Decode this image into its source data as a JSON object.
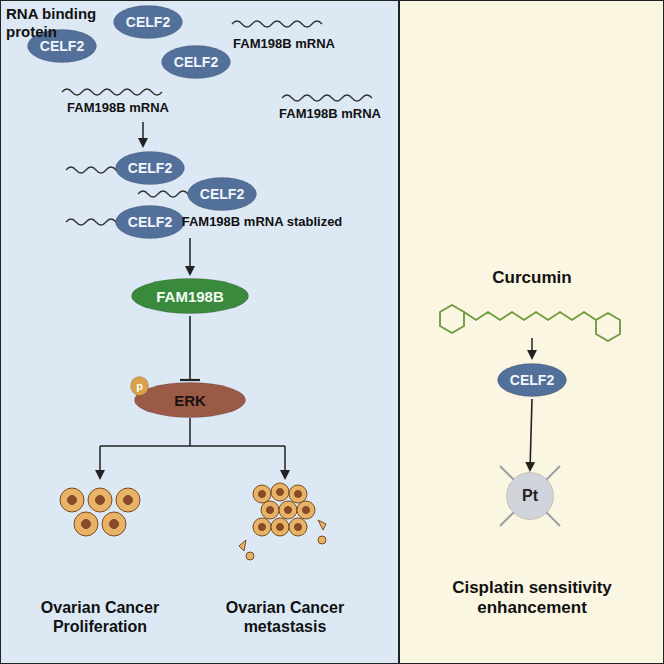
{
  "diagram": {
    "nodes": [
      {
        "text": [
          "CELF2"
        ]
      },
      {
        "text": [
          "CELF2"
        ]
      },
      {
        "text": [
          "CELF2"
        ]
      },
      {
        "text": [
          "CELF2"
        ]
      },
      {
        "text": [
          "CELF2"
        ]
      },
      {
        "text": [
          "CELF2"
        ]
      },
      {
        "text": [
          "FAM198B"
        ]
      },
      {
        "text": [
          "ERK"
        ]
      },
      {
        "text": [
          "p"
        ],
        "in": 7
      },
      {
        "text": [
          "CELF2"
        ]
      },
      {
        "text": [
          "Pt"
        ]
      }
    ],
    "edges": [
      {
        "from": 6,
        "to": 7,
        "arrow": "to"
      },
      {
        "from": 9,
        "to": 10,
        "arrow": "to"
      }
    ],
    "labels": [
      "RNA binding protein",
      "FAM198B mRNA",
      "FAM198B mRNA",
      "FAM198B mRNA",
      "FAM198B mRNA stablized",
      "Ovarian Cancer Proliferation",
      "Ovarian Cancer metastasis",
      "Curcumin",
      "Cisplatin sensitivity enhancement"
    ]
  }
}
